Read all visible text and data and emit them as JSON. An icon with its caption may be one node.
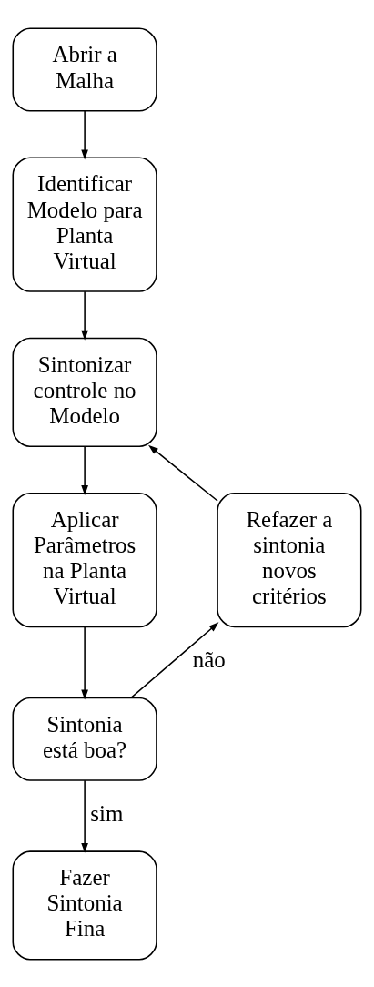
{
  "diagram": {
    "nodes": [
      {
        "text": [
          "Abrir a Malha"
        ]
      },
      {
        "text": [
          "Identificar Modelo para Planta Virtual"
        ]
      },
      {
        "text": [
          "Sintonizar controle no Modelo"
        ]
      },
      {
        "text": [
          "Refazer a sintonia novos critérios"
        ]
      },
      {
        "text": [
          "Aplicar Parâmetros na Planta Virtual"
        ]
      },
      {
        "text": [
          "Sintonia está boa?"
        ]
      },
      {
        "text": [
          "Fazer Sintonia Fina"
        ]
      }
    ],
    "edges": [
      {
        "from": 0,
        "to": 1,
        "arrow": "to"
      },
      {
        "from": 1,
        "to": 2,
        "arrow": "to"
      },
      {
        "from": 2,
        "to": 4,
        "arrow": "to"
      },
      {
        "from": 4,
        "to": 5,
        "arrow": "to"
      },
      {
        "from": 5,
        "to": 3,
        "arrow": "to",
        "label": "não"
      },
      {
        "from": 3,
        "to": 2,
        "arrow": "to"
      },
      {
        "from": 5,
        "to": 6,
        "arrow": "to",
        "label": "sim"
      }
    ]
  }
}
